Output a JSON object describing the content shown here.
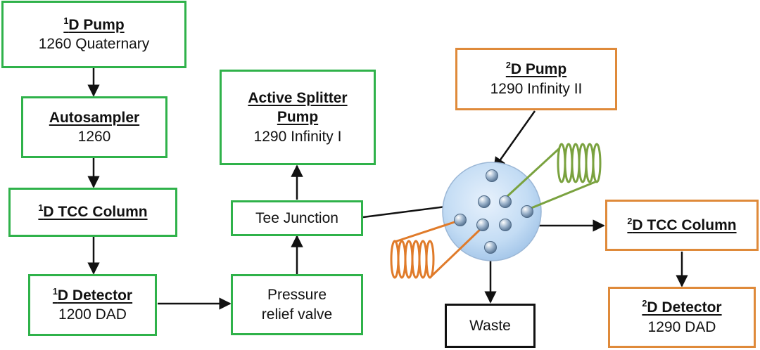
{
  "diagram": {
    "nodes": {
      "pump1d": {
        "sup": "1",
        "title": "D Pump",
        "line": "1260 Quaternary"
      },
      "autosampler": {
        "title": "Autosampler",
        "line": "1260"
      },
      "tcc1d": {
        "sup": "1",
        "title": "D TCC Column"
      },
      "detector1d": {
        "sup": "1",
        "title": "D Detector",
        "line": "1200 DAD"
      },
      "relief": {
        "line1": "Pressure",
        "line2": "relief valve"
      },
      "tee": {
        "label": "Tee Junction"
      },
      "splitter": {
        "title1": "Active Splitter",
        "title2": "Pump",
        "line": "1290 Infinity I"
      },
      "pump2d": {
        "sup": "2",
        "title": "D Pump",
        "line": "1290 Infinity II"
      },
      "tcc2d": {
        "sup": "2",
        "title": "D TCC Column"
      },
      "detector2d": {
        "sup": "2",
        "title": "D Detector",
        "line": "1290 DAD"
      },
      "waste": {
        "label": "Waste"
      }
    },
    "edges": [
      [
        "pump1d",
        "autosampler"
      ],
      [
        "autosampler",
        "tcc1d"
      ],
      [
        "tcc1d",
        "detector1d"
      ],
      [
        "detector1d",
        "relief"
      ],
      [
        "relief",
        "tee"
      ],
      [
        "tee",
        "splitter"
      ],
      [
        "tee",
        "valve"
      ],
      [
        "pump2d",
        "valve"
      ],
      [
        "valve",
        "tcc2d"
      ],
      [
        "valve",
        "waste"
      ],
      [
        "tcc2d",
        "detector2d"
      ]
    ],
    "colors": {
      "green": "#2fb24a",
      "orange": "#df8a3a",
      "loop_green": "#7aa23f",
      "loop_orange": "#e07b2a"
    }
  }
}
